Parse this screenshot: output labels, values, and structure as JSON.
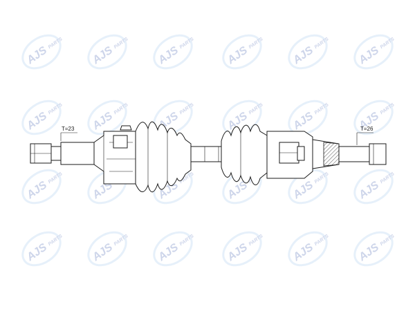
{
  "watermark": {
    "brand": "AJS",
    "suffix": "PARTS",
    "colors": {
      "blue": "#1f3f9f",
      "sky": "#8fbce6"
    }
  },
  "diagram": {
    "left_spline_label": "T=23",
    "right_spline_label": "T=26",
    "line_color": "#1a1a1a",
    "hatch_color": "#555555"
  }
}
